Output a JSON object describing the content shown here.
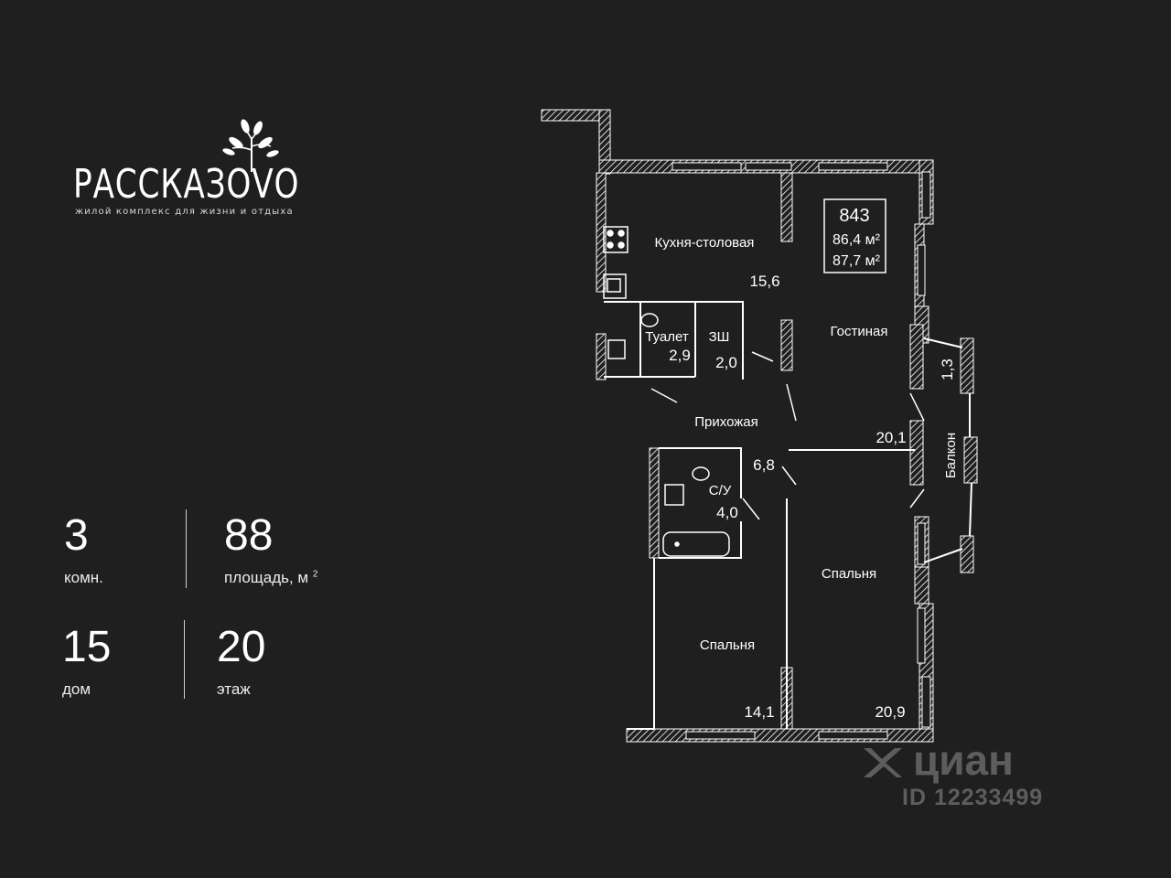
{
  "logo": {
    "name": "РАССКАЗОVО",
    "tagline": "жилой комплекс для жизни и отдыха"
  },
  "stats": {
    "rooms": {
      "value": "3",
      "label": "комн."
    },
    "area": {
      "value": "88",
      "label": "площадь, м",
      "unit_sup": "2"
    },
    "house": {
      "value": "15",
      "label": "дом"
    },
    "floor": {
      "value": "20",
      "label": "этаж"
    }
  },
  "plan": {
    "apartment": {
      "number": "843",
      "area_1": "86,4 м²",
      "area_2": "87,7 м²"
    },
    "rooms": {
      "kitchen": {
        "label": "Кухня-столовая",
        "area": "15,6"
      },
      "toilet": {
        "label": "Туалет",
        "area": "2,9"
      },
      "closet": {
        "label": "ЗШ",
        "area": "2,0"
      },
      "hall": {
        "label": "Прихожая",
        "area": "6,8"
      },
      "bathroom": {
        "label": "С/У",
        "area": "4,0"
      },
      "living": {
        "label": "Гостиная",
        "area": "20,1"
      },
      "balcony": {
        "label": "Балкон",
        "area": "1,3"
      },
      "bedroom_left": {
        "label": "Спальня",
        "area": "14,1"
      },
      "bedroom_right": {
        "label": "Спальня",
        "area": "20,9"
      }
    }
  },
  "watermark": {
    "brand": "циан",
    "id": "ID 12233499"
  },
  "colors": {
    "background": "#1f1f20",
    "walls": "#ffffff",
    "text": "#ffffff"
  }
}
